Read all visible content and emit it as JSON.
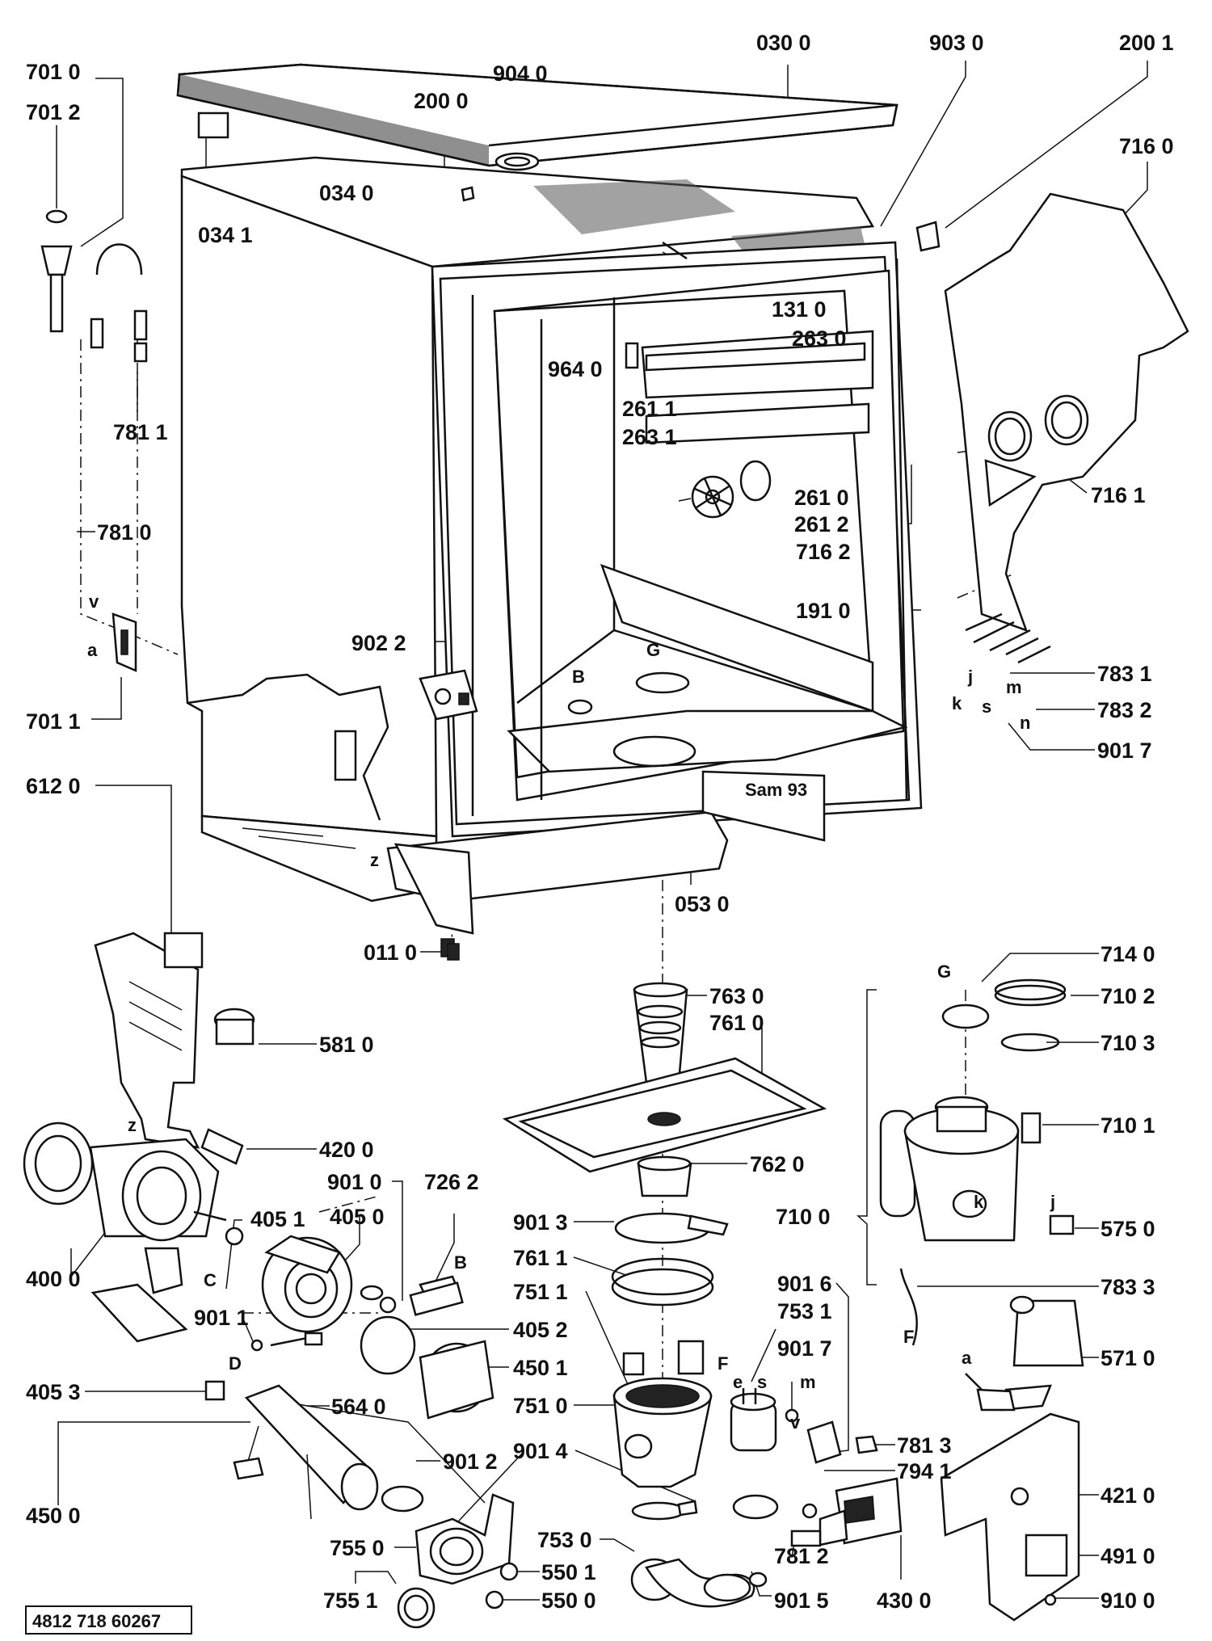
{
  "document_number": "4812 718 60267",
  "stamp_text": "Sam 93",
  "callouts": [
    {
      "id": "701-0",
      "text": "701 0"
    },
    {
      "id": "701-2",
      "text": "701 2"
    },
    {
      "id": "030-0",
      "text": "030 0"
    },
    {
      "id": "904-0",
      "text": "904 0"
    },
    {
      "id": "200-0",
      "text": "200 0"
    },
    {
      "id": "903-0",
      "text": "903 0"
    },
    {
      "id": "200-1",
      "text": "200 1"
    },
    {
      "id": "716-0",
      "text": "716 0"
    },
    {
      "id": "034-0",
      "text": "034 0"
    },
    {
      "id": "034-1",
      "text": "034 1"
    },
    {
      "id": "131-0",
      "text": "131 0"
    },
    {
      "id": "263-0",
      "text": "263 0"
    },
    {
      "id": "964-0",
      "text": "964 0"
    },
    {
      "id": "781-1",
      "text": "781 1"
    },
    {
      "id": "261-1",
      "text": "261 1"
    },
    {
      "id": "263-1",
      "text": "263 1"
    },
    {
      "id": "716-1",
      "text": "716 1"
    },
    {
      "id": "261-0",
      "text": "261 0"
    },
    {
      "id": "781-0",
      "text": "781 0"
    },
    {
      "id": "261-2",
      "text": "261 2"
    },
    {
      "id": "716-2",
      "text": "716 2"
    },
    {
      "id": "191-0",
      "text": "191 0"
    },
    {
      "id": "902-2",
      "text": "902 2"
    },
    {
      "id": "783-1",
      "text": "783 1"
    },
    {
      "id": "783-2",
      "text": "783 2"
    },
    {
      "id": "701-1",
      "text": "701 1"
    },
    {
      "id": "901-7a",
      "text": "901 7"
    },
    {
      "id": "612-0",
      "text": "612 0"
    },
    {
      "id": "053-0",
      "text": "053 0"
    },
    {
      "id": "011-0",
      "text": "011 0"
    },
    {
      "id": "714-0",
      "text": "714 0"
    },
    {
      "id": "763-0",
      "text": "763 0"
    },
    {
      "id": "761-0",
      "text": "761 0"
    },
    {
      "id": "710-2",
      "text": "710 2"
    },
    {
      "id": "581-0",
      "text": "581 0"
    },
    {
      "id": "710-3",
      "text": "710 3"
    },
    {
      "id": "710-1",
      "text": "710 1"
    },
    {
      "id": "420-0",
      "text": "420 0"
    },
    {
      "id": "762-0",
      "text": "762 0"
    },
    {
      "id": "901-0",
      "text": "901 0"
    },
    {
      "id": "726-2",
      "text": "726 2"
    },
    {
      "id": "405-1",
      "text": "405 1"
    },
    {
      "id": "405-0",
      "text": "405 0"
    },
    {
      "id": "710-0",
      "text": "710 0"
    },
    {
      "id": "901-3",
      "text": "901 3"
    },
    {
      "id": "575-0",
      "text": "575 0"
    },
    {
      "id": "400-0",
      "text": "400 0"
    },
    {
      "id": "761-1",
      "text": "761 1"
    },
    {
      "id": "783-3",
      "text": "783 3"
    },
    {
      "id": "901-6",
      "text": "901 6"
    },
    {
      "id": "751-1",
      "text": "751 1"
    },
    {
      "id": "753-1",
      "text": "753 1"
    },
    {
      "id": "901-1",
      "text": "901 1"
    },
    {
      "id": "405-2",
      "text": "405 2"
    },
    {
      "id": "901-7b",
      "text": "901 7"
    },
    {
      "id": "571-0",
      "text": "571 0"
    },
    {
      "id": "405-3",
      "text": "405 3"
    },
    {
      "id": "450-1",
      "text": "450 1"
    },
    {
      "id": "751-0",
      "text": "751 0"
    },
    {
      "id": "564-0",
      "text": "564 0"
    },
    {
      "id": "901-4",
      "text": "901 4"
    },
    {
      "id": "781-3",
      "text": "781 3"
    },
    {
      "id": "901-2",
      "text": "901 2"
    },
    {
      "id": "794-1",
      "text": "794 1"
    },
    {
      "id": "421-0",
      "text": "421 0"
    },
    {
      "id": "450-0",
      "text": "450 0"
    },
    {
      "id": "755-0",
      "text": "755 0"
    },
    {
      "id": "753-0",
      "text": "753 0"
    },
    {
      "id": "781-2",
      "text": "781 2"
    },
    {
      "id": "491-0",
      "text": "491 0"
    },
    {
      "id": "550-1",
      "text": "550 1"
    },
    {
      "id": "755-1",
      "text": "755 1"
    },
    {
      "id": "550-0",
      "text": "550 0"
    },
    {
      "id": "901-5",
      "text": "901 5"
    },
    {
      "id": "430-0",
      "text": "430 0"
    },
    {
      "id": "910-0",
      "text": "910 0"
    }
  ],
  "letters": [
    {
      "id": "v1",
      "text": "v"
    },
    {
      "id": "a1",
      "text": "a"
    },
    {
      "id": "B1",
      "text": "B"
    },
    {
      "id": "G1",
      "text": "G"
    },
    {
      "id": "j1",
      "text": "j"
    },
    {
      "id": "m1",
      "text": "m"
    },
    {
      "id": "k1",
      "text": "k"
    },
    {
      "id": "s1",
      "text": "s"
    },
    {
      "id": "n1",
      "text": "n"
    },
    {
      "id": "z1",
      "text": "z"
    },
    {
      "id": "z2",
      "text": "z"
    },
    {
      "id": "G2",
      "text": "G"
    },
    {
      "id": "C1",
      "text": "C"
    },
    {
      "id": "B2",
      "text": "B"
    },
    {
      "id": "k2",
      "text": "k"
    },
    {
      "id": "j2",
      "text": "j"
    },
    {
      "id": "F1",
      "text": "F"
    },
    {
      "id": "a2",
      "text": "a"
    },
    {
      "id": "D1",
      "text": "D"
    },
    {
      "id": "F2",
      "text": "F"
    },
    {
      "id": "e1",
      "text": "e"
    },
    {
      "id": "s2",
      "text": "s"
    },
    {
      "id": "m2",
      "text": "m"
    },
    {
      "id": "v2",
      "text": "v"
    }
  ]
}
